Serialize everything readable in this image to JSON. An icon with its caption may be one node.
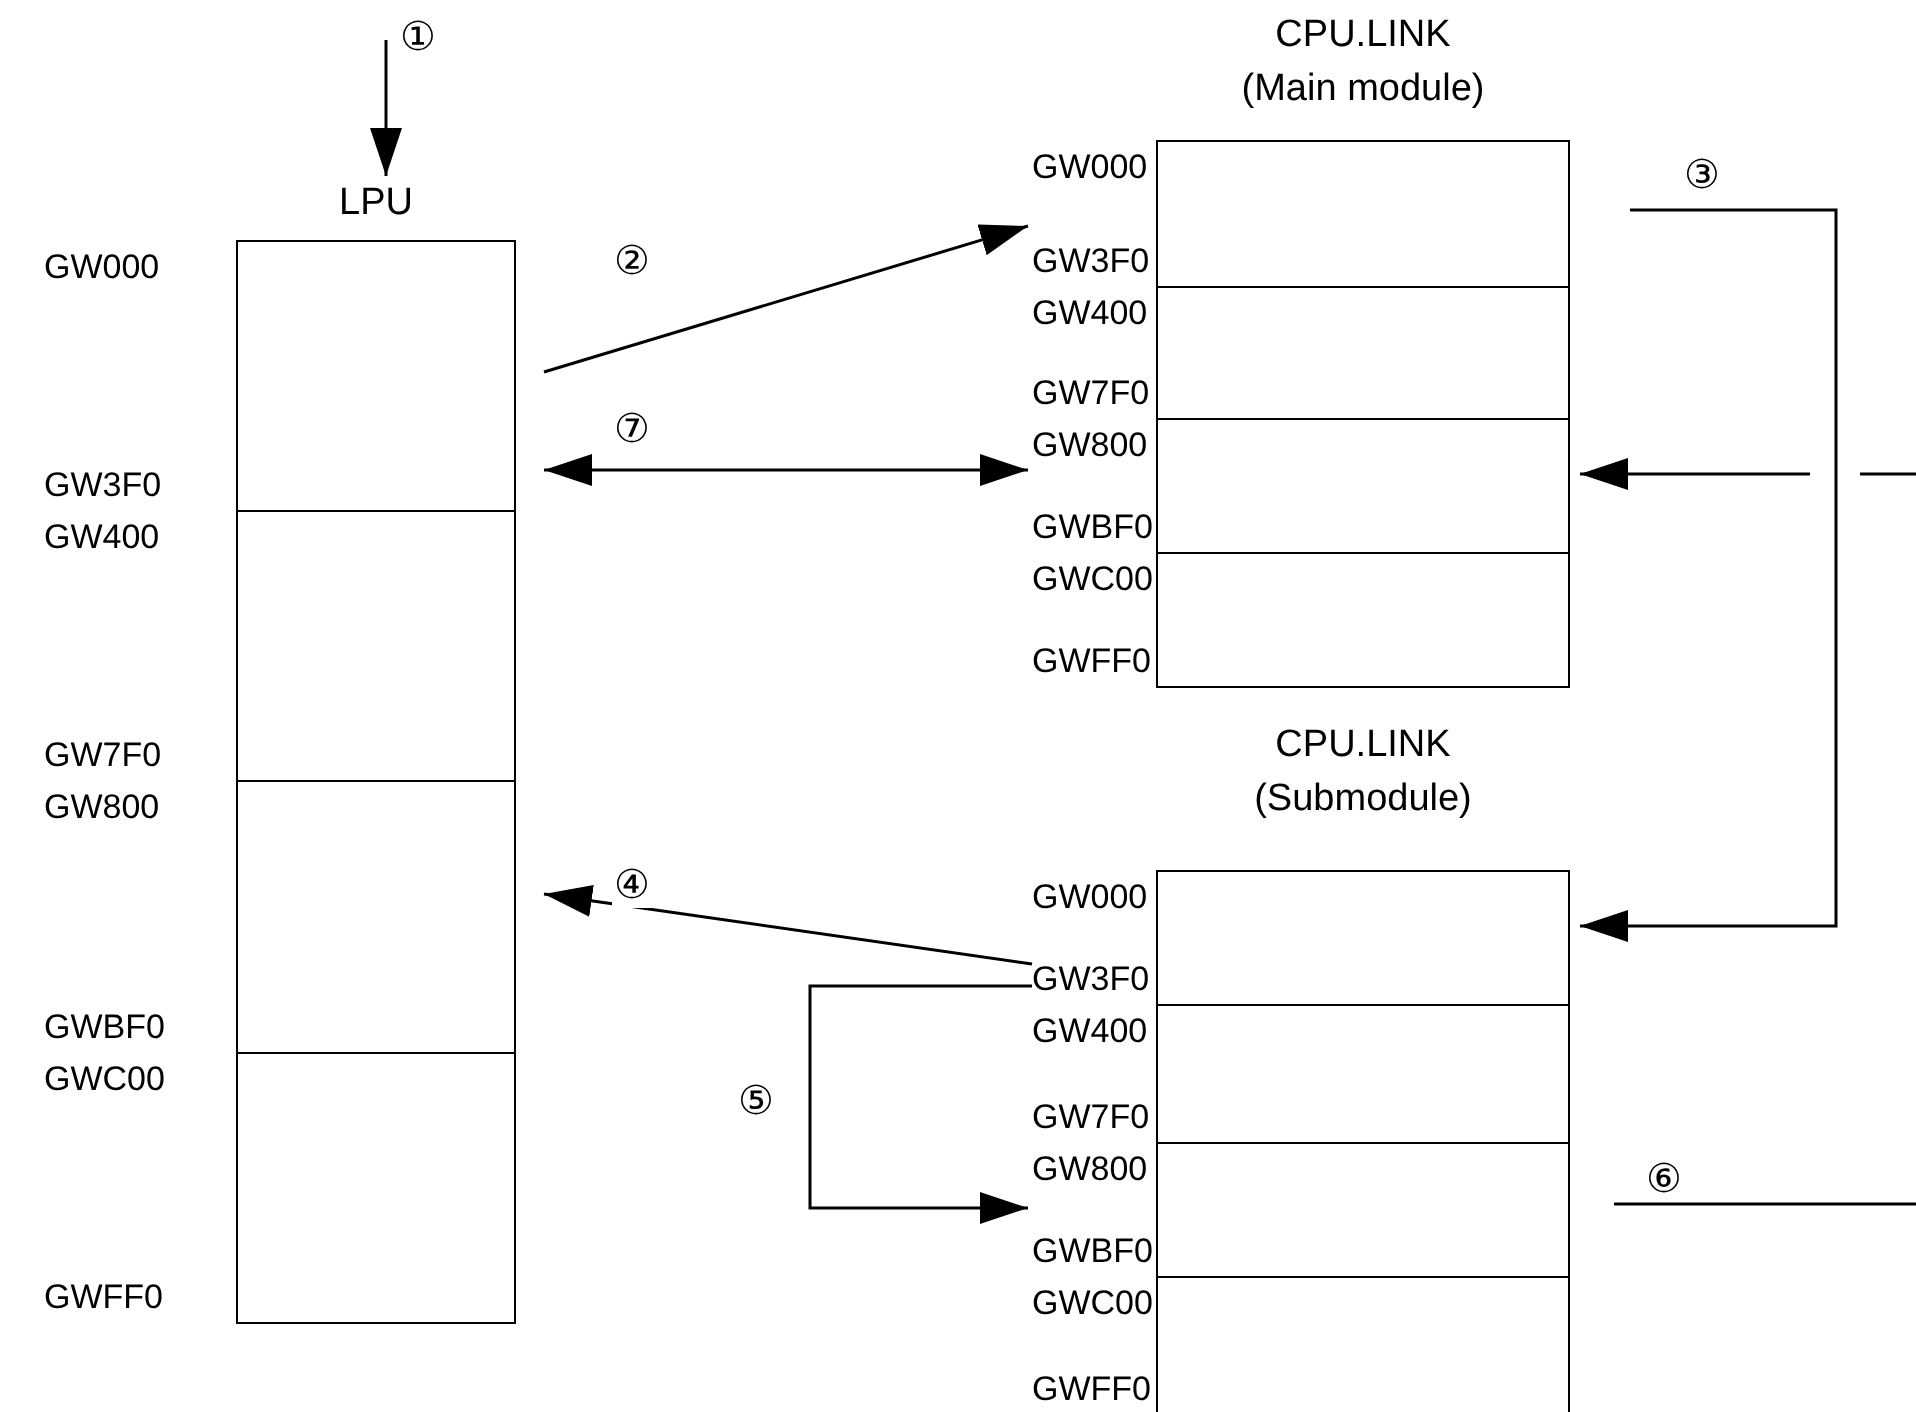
{
  "diagram": {
    "nodes": [
      {
        "text": [
          "LPU"
        ]
      },
      {
        "text": [],
        "shape": "box",
        "beside": [
          "GW000",
          "GW3F0"
        ]
      },
      {
        "text": [],
        "shape": "box",
        "beside": [
          "GW400",
          "GW7F0"
        ]
      },
      {
        "text": [],
        "shape": "box",
        "beside": [
          "GW800",
          "GWBF0"
        ]
      },
      {
        "text": [],
        "shape": "box",
        "beside": [
          "GWC00",
          "GWFF0"
        ]
      },
      {
        "text": [
          "CPU.LINK (Main module)"
        ]
      },
      {
        "text": [],
        "shape": "box",
        "beside": [
          "GW000",
          "GW3F0"
        ]
      },
      {
        "text": [],
        "shape": "box",
        "beside": [
          "GW400",
          "GW7F0"
        ]
      },
      {
        "text": [],
        "shape": "box",
        "beside": [
          "GW800",
          "GWBF0"
        ]
      },
      {
        "text": [],
        "shape": "box",
        "beside": [
          "GWC00",
          "GWFF0"
        ]
      },
      {
        "text": [
          "CPU.LINK (Submodule)"
        ]
      },
      {
        "text": [],
        "shape": "box",
        "beside": [
          "GW000",
          "GW3F0"
        ]
      },
      {
        "text": [],
        "shape": "box",
        "beside": [
          "GW400",
          "GW7F0"
        ]
      },
      {
        "text": [],
        "shape": "box",
        "beside": [
          "GW800",
          "GWBF0"
        ]
      },
      {
        "text": [],
        "shape": "box",
        "beside": [
          "GWC00",
          "GWFF0"
        ]
      }
    ],
    "edges": [
      {
        "from": null,
        "to": 0,
        "arrow": "to",
        "label": "①"
      },
      {
        "from": 1,
        "to": 6,
        "arrow": "to",
        "label": "②"
      },
      {
        "from": 1,
        "to": 8,
        "arrow": "both",
        "label": "⑦"
      },
      {
        "from": 6,
        "to": 11,
        "arrow": "to",
        "label": "③"
      },
      {
        "from": null,
        "to": 8,
        "arrow": "to"
      },
      {
        "from": 11,
        "to": 3,
        "arrow": "to",
        "label": "④"
      },
      {
        "from": 11,
        "to": 13,
        "arrow": "to",
        "label": "⑤"
      },
      {
        "from": 13,
        "to": null,
        "arrow": "none",
        "label": "⑥"
      }
    ]
  }
}
